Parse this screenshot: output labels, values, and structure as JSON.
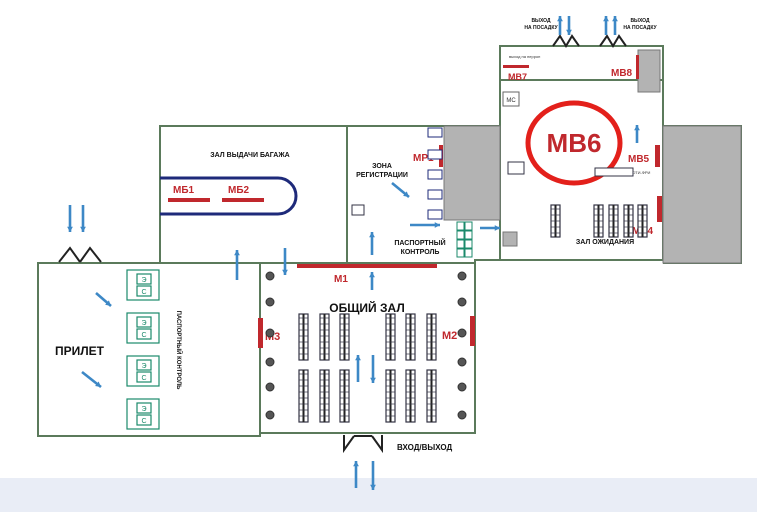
{
  "labels": {
    "arrival": "ПРИЛЕТ",
    "main_hall": "ОБЩИЙ ЗАЛ",
    "baggage_hall": "ЗАЛ ВЫДАЧИ БАГАЖА",
    "checkin_zone_1": "ЗОНА",
    "checkin_zone_2": "РЕГИСТРАЦИИ",
    "passport_control_1": "ПАСПОРТНЫЙ",
    "passport_control_2": "КОНТРОЛЬ",
    "passport_control_vertical": "ПАСПОРТНЫЙ КОНТРОЛЬ",
    "waiting_hall": "ЗАЛ ОЖИДАНИЯ",
    "entrance_exit": "ВХОД/ВЫХОД",
    "boarding_exit_left_1": "ВЫХОД",
    "boarding_exit_left_2": "НА ПОСАДКУ",
    "boarding_exit_right_1": "ВЫХОД",
    "boarding_exit_right_2": "НА ПОСАДКУ",
    "mc": "МС",
    "small_sign": "выход на перрон",
    "small_sign_2": "ДЬЮТИ-ФРИ"
  },
  "markers": {
    "mb1": "МБ1",
    "mb2": "МБ2",
    "m1": "М1",
    "m2": "М2",
    "m3": "М3",
    "mb4": "МВ4",
    "mb5": "МВ5",
    "mb6": "МВ6",
    "mb7": "МВ7",
    "mb8": "МВ8",
    "mp1": "МР1"
  },
  "booths": [
    {
      "top": "Э",
      "bottom": "С"
    },
    {
      "top": "Э",
      "bottom": "С"
    },
    {
      "top": "Э",
      "bottom": "С"
    },
    {
      "top": "Э",
      "bottom": "С"
    }
  ],
  "colors": {
    "marker_red": "#c0282d",
    "arrow_blue": "#3d88c6",
    "wall_green": "#5b7a5b",
    "booth_green": "#1b8a6b",
    "belt_navy": "#1e2a7a",
    "footer_band": "#e9edf6"
  },
  "icons": [
    "door-icon",
    "arrow-icon",
    "column-icon",
    "bench-icon",
    "belt-icon"
  ]
}
